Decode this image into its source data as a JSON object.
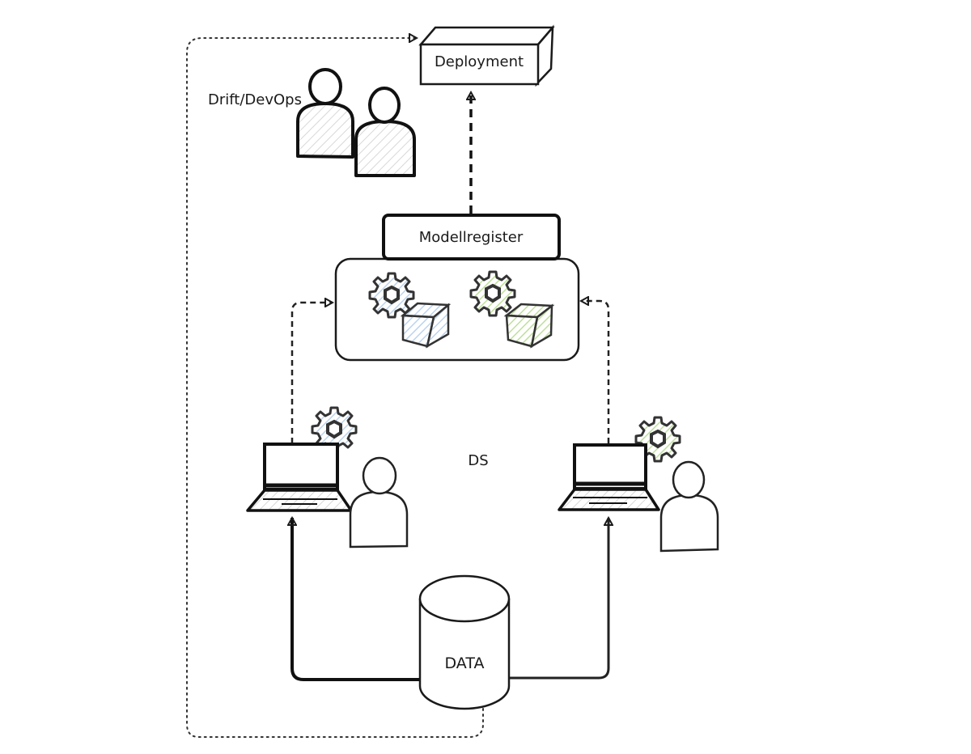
{
  "diagram": {
    "labels": {
      "deployment": "Deployment",
      "drift_devops": "Drift/DevOps",
      "model_registry": "Modellregister",
      "ds": "DS",
      "data": "DATA"
    },
    "colors": {
      "stroke": "#1a1a1a",
      "model_blue": "#c9dcf2",
      "model_green": "#c8e3a6",
      "hatch_gray": "#d6d6d6"
    },
    "nodes": [
      {
        "id": "deployment",
        "label": "Deployment",
        "shape": "3d-box"
      },
      {
        "id": "drift_devops",
        "label": "Drift/DevOps",
        "shape": "people-group"
      },
      {
        "id": "model_registry",
        "label": "Modellregister",
        "shape": "container"
      },
      {
        "id": "model_a",
        "label": "",
        "shape": "gear-cube",
        "color": "blue"
      },
      {
        "id": "model_b",
        "label": "",
        "shape": "gear-cube",
        "color": "green"
      },
      {
        "id": "ds_left",
        "label": "",
        "shape": "laptop-person-gear"
      },
      {
        "id": "ds_right",
        "label": "",
        "shape": "laptop-person-gear"
      },
      {
        "id": "data",
        "label": "DATA",
        "shape": "cylinder"
      }
    ],
    "edges": [
      {
        "from": "data",
        "to": "ds_left",
        "style": "solid"
      },
      {
        "from": "data",
        "to": "ds_right",
        "style": "solid"
      },
      {
        "from": "ds_left",
        "to": "model_registry",
        "style": "dashed"
      },
      {
        "from": "ds_right",
        "to": "model_registry",
        "style": "dashed"
      },
      {
        "from": "model_registry",
        "to": "deployment",
        "style": "dashed"
      },
      {
        "from": "data",
        "to": "deployment",
        "style": "dotted"
      }
    ]
  }
}
